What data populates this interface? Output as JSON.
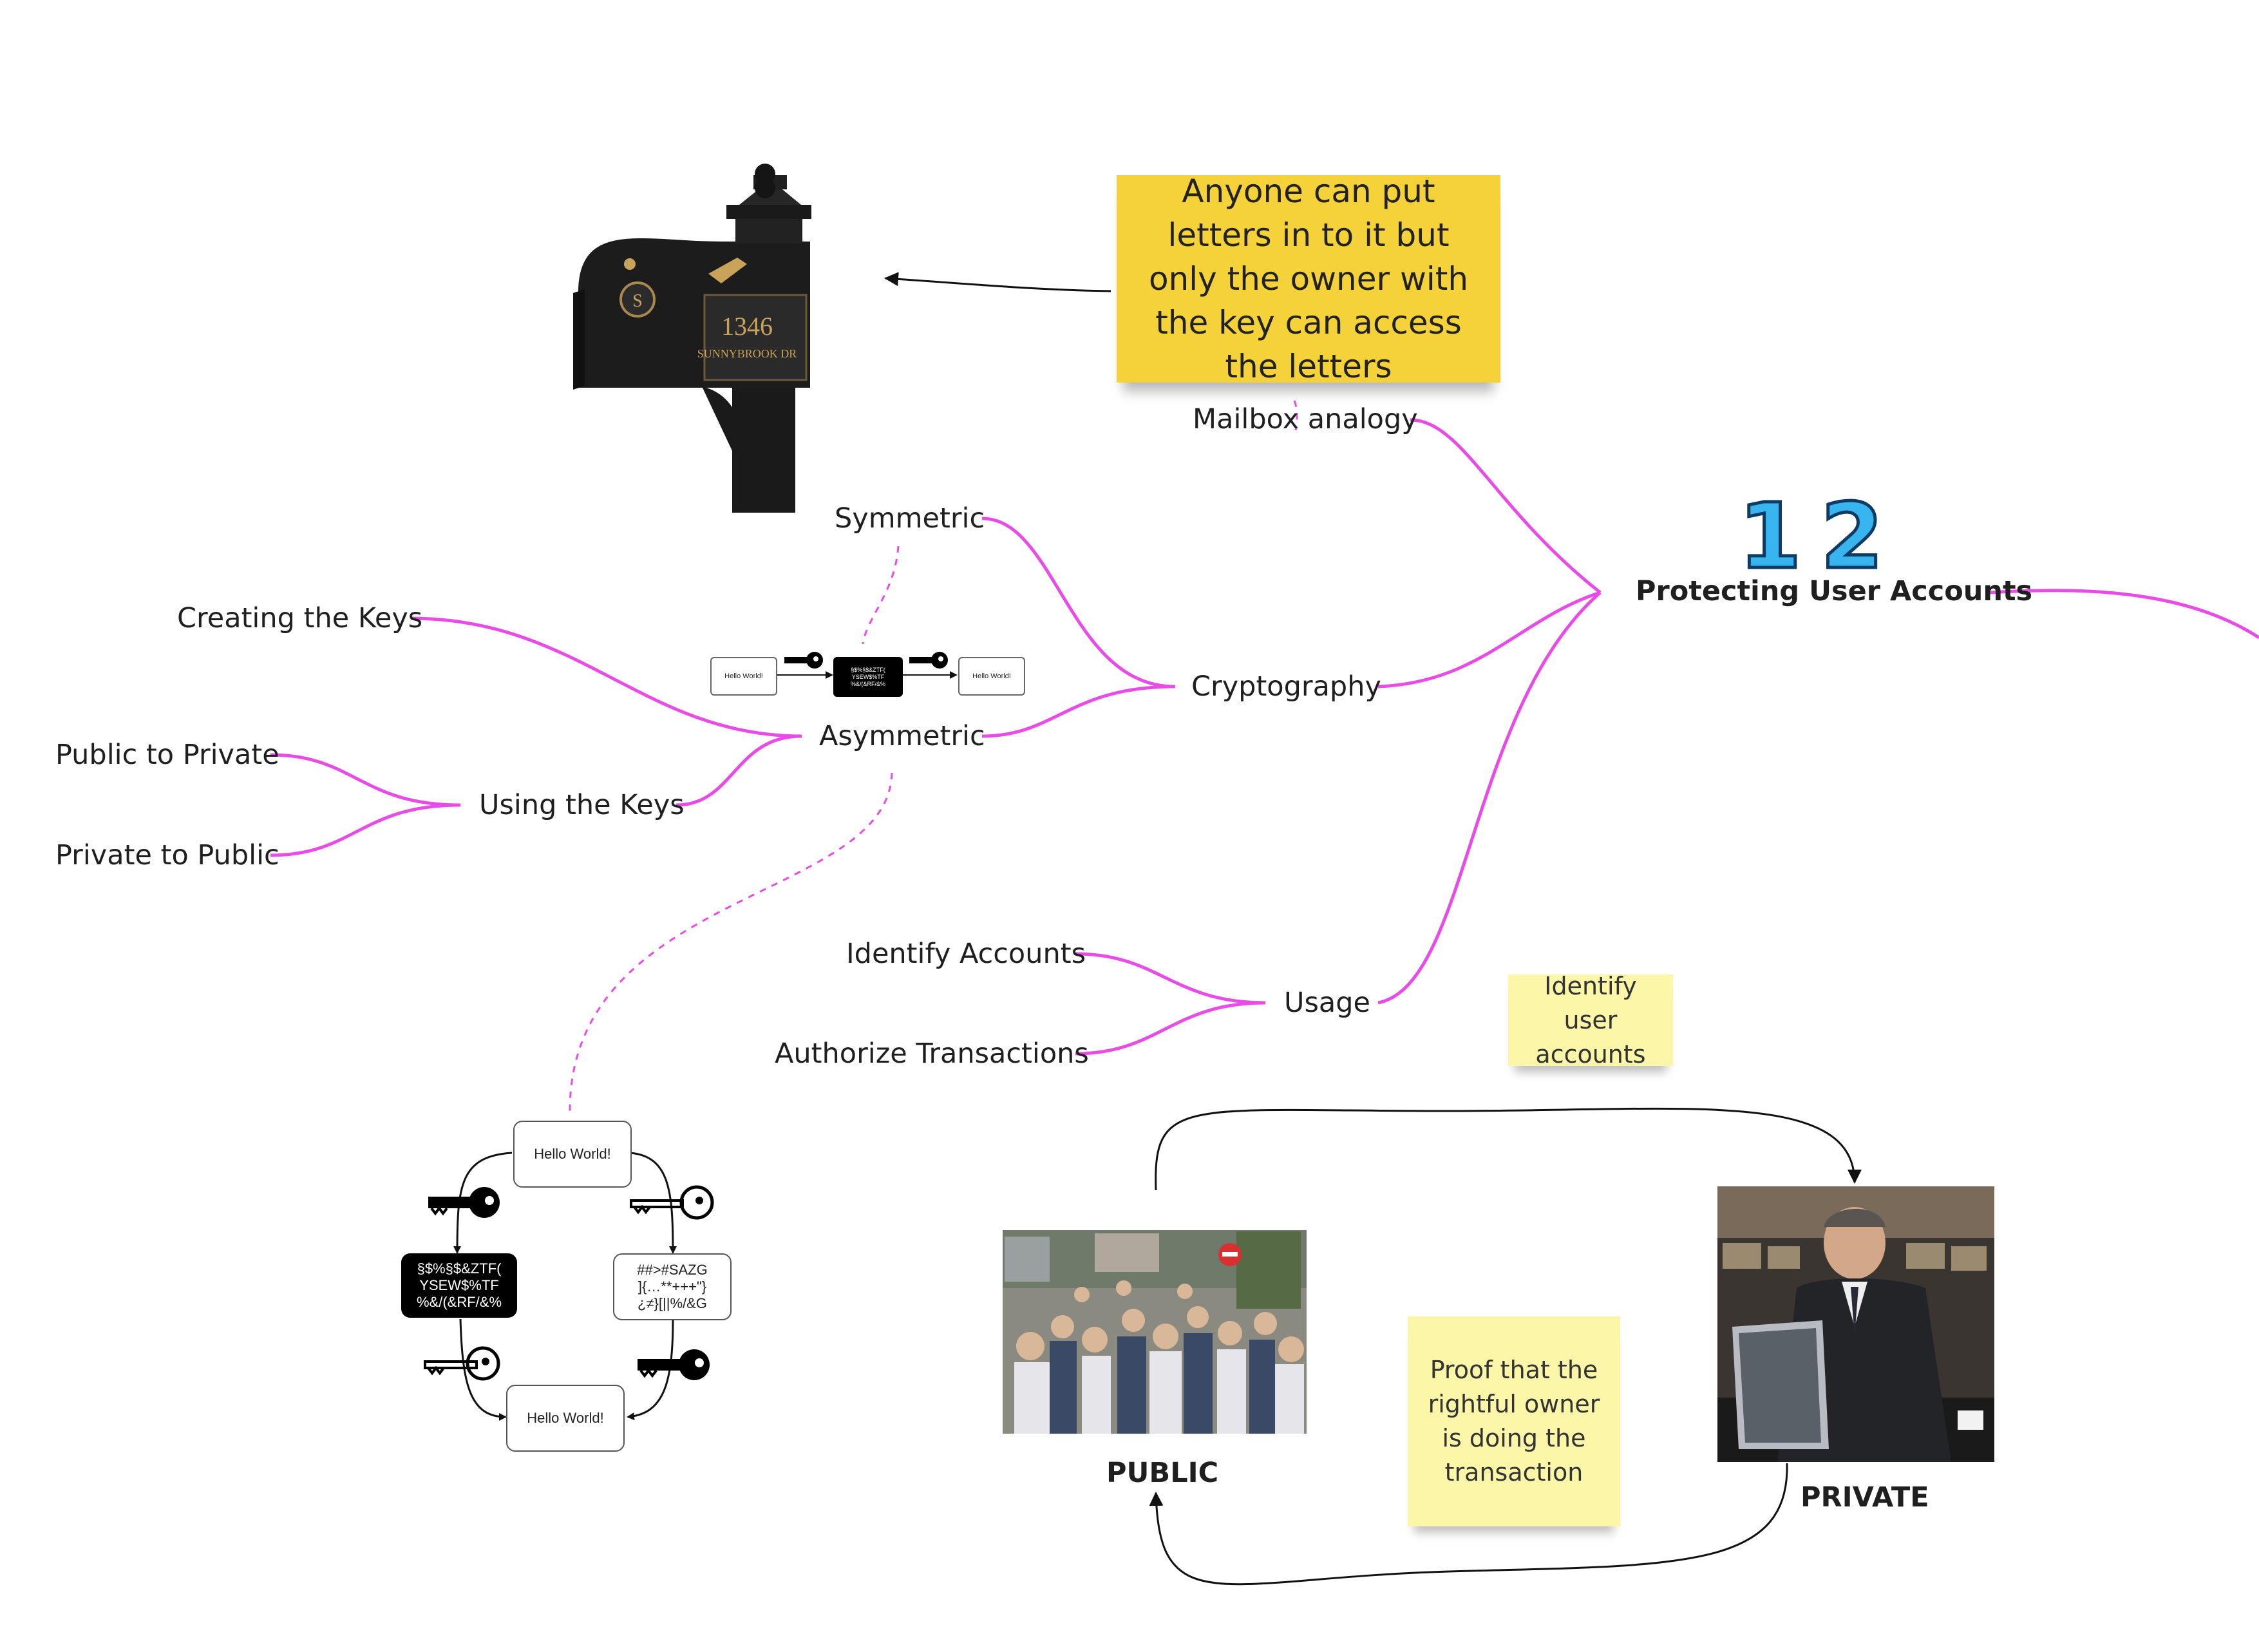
{
  "central": {
    "number": "12",
    "title": "Protecting User Accounts"
  },
  "nodes": {
    "mailbox_analogy": "Mailbox analogy",
    "symmetric": "Symmetric",
    "cryptography": "Cryptography",
    "asymmetric": "Asymmetric",
    "creating_keys": "Creating the Keys",
    "using_keys": "Using the Keys",
    "public_to_private": "Public to Private",
    "private_to_public": "Private to Public",
    "usage": "Usage",
    "identify_accounts": "Identify Accounts",
    "authorize_transactions": "Authorize Transactions"
  },
  "stickies": {
    "mailbox_note": "Anyone can put letters in to it but only the owner with the key can access the letters",
    "identify_note": "Identify user accounts",
    "proof_note": "Proof that the rightful owner is doing the transaction"
  },
  "photos": {
    "public_caption": "PUBLIC",
    "private_caption": "PRIVATE"
  },
  "mailbox_image": {
    "number": "1346",
    "street": "SUNNYBROOK DR",
    "monogram": "S"
  },
  "encryption_small": {
    "plain_in": "Hello World!",
    "cipher": "§$%§$&ZTF(\nYSEW$%TF\n%&/(&RF/&%",
    "plain_out": "Hello World!"
  },
  "encryption_cycle": {
    "top": "Hello World!",
    "left_cipher": "§$%§$&ZTF(\nYSEW$%TF\n%&/(&RF/&%",
    "right_cipher": "##>#SAZG\n]{…**+++\"}\n¿≠}[||%/&G",
    "bottom": "Hello World!"
  },
  "colors": {
    "branch": "#e84ce6",
    "yellow_sticky": "#f5d13a",
    "pale_sticky": "#fbf6a8",
    "badge": "#38b5ee"
  },
  "icons": [
    "mailbox-image",
    "key-icon",
    "arrow-icon"
  ]
}
